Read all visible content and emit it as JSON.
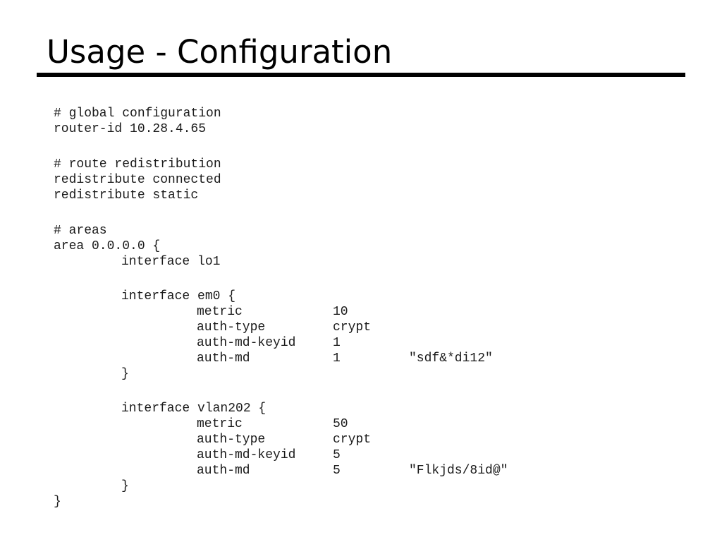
{
  "slide": {
    "title": "Usage - Configuration"
  },
  "config": {
    "global_comment": "# global configuration",
    "router_id": "router-id 10.28.4.65",
    "redistribution_comment": "# route redistribution",
    "redistribute_connected": "redistribute connected",
    "redistribute_static": "redistribute static",
    "areas_comment": "# areas",
    "area_open": "area 0.0.0.0 {",
    "interface_lo1": "interface lo1",
    "interfaces": [
      {
        "open": "interface em0 {",
        "params": [
          {
            "key": "metric",
            "value": "10",
            "extra": ""
          },
          {
            "key": "auth-type",
            "value": "crypt",
            "extra": ""
          },
          {
            "key": "auth-md-keyid",
            "value": "1",
            "extra": ""
          },
          {
            "key": "auth-md",
            "value": "1",
            "extra": "\"sdf&*di12\""
          }
        ],
        "close": "}"
      },
      {
        "open": "interface vlan202 {",
        "params": [
          {
            "key": "metric",
            "value": "50",
            "extra": ""
          },
          {
            "key": "auth-type",
            "value": "crypt",
            "extra": ""
          },
          {
            "key": "auth-md-keyid",
            "value": "5",
            "extra": ""
          },
          {
            "key": "auth-md",
            "value": "5",
            "extra": "\"Flkjds/8id@\""
          }
        ],
        "close": "}"
      }
    ],
    "area_close": "}"
  }
}
